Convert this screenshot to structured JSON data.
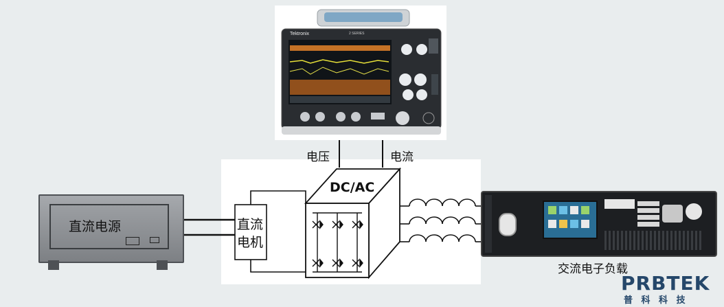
{
  "oscilloscope": {
    "brand": "Tektronix",
    "model": "2 SERIES"
  },
  "labels": {
    "voltage": "电压",
    "current": "电流",
    "inverter": "DC/AC",
    "dc_supply": "直流电源",
    "dc_motor_line1": "直流",
    "dc_motor_line2": "电机",
    "ac_load": "交流电子负载"
  },
  "logo": {
    "text": "PRBTEK",
    "sub": "普 科 科 技"
  },
  "colors": {
    "background": "#e9edee",
    "panel": "#ffffff",
    "logo": "#25476a",
    "supply_body": "#8a8d91"
  }
}
